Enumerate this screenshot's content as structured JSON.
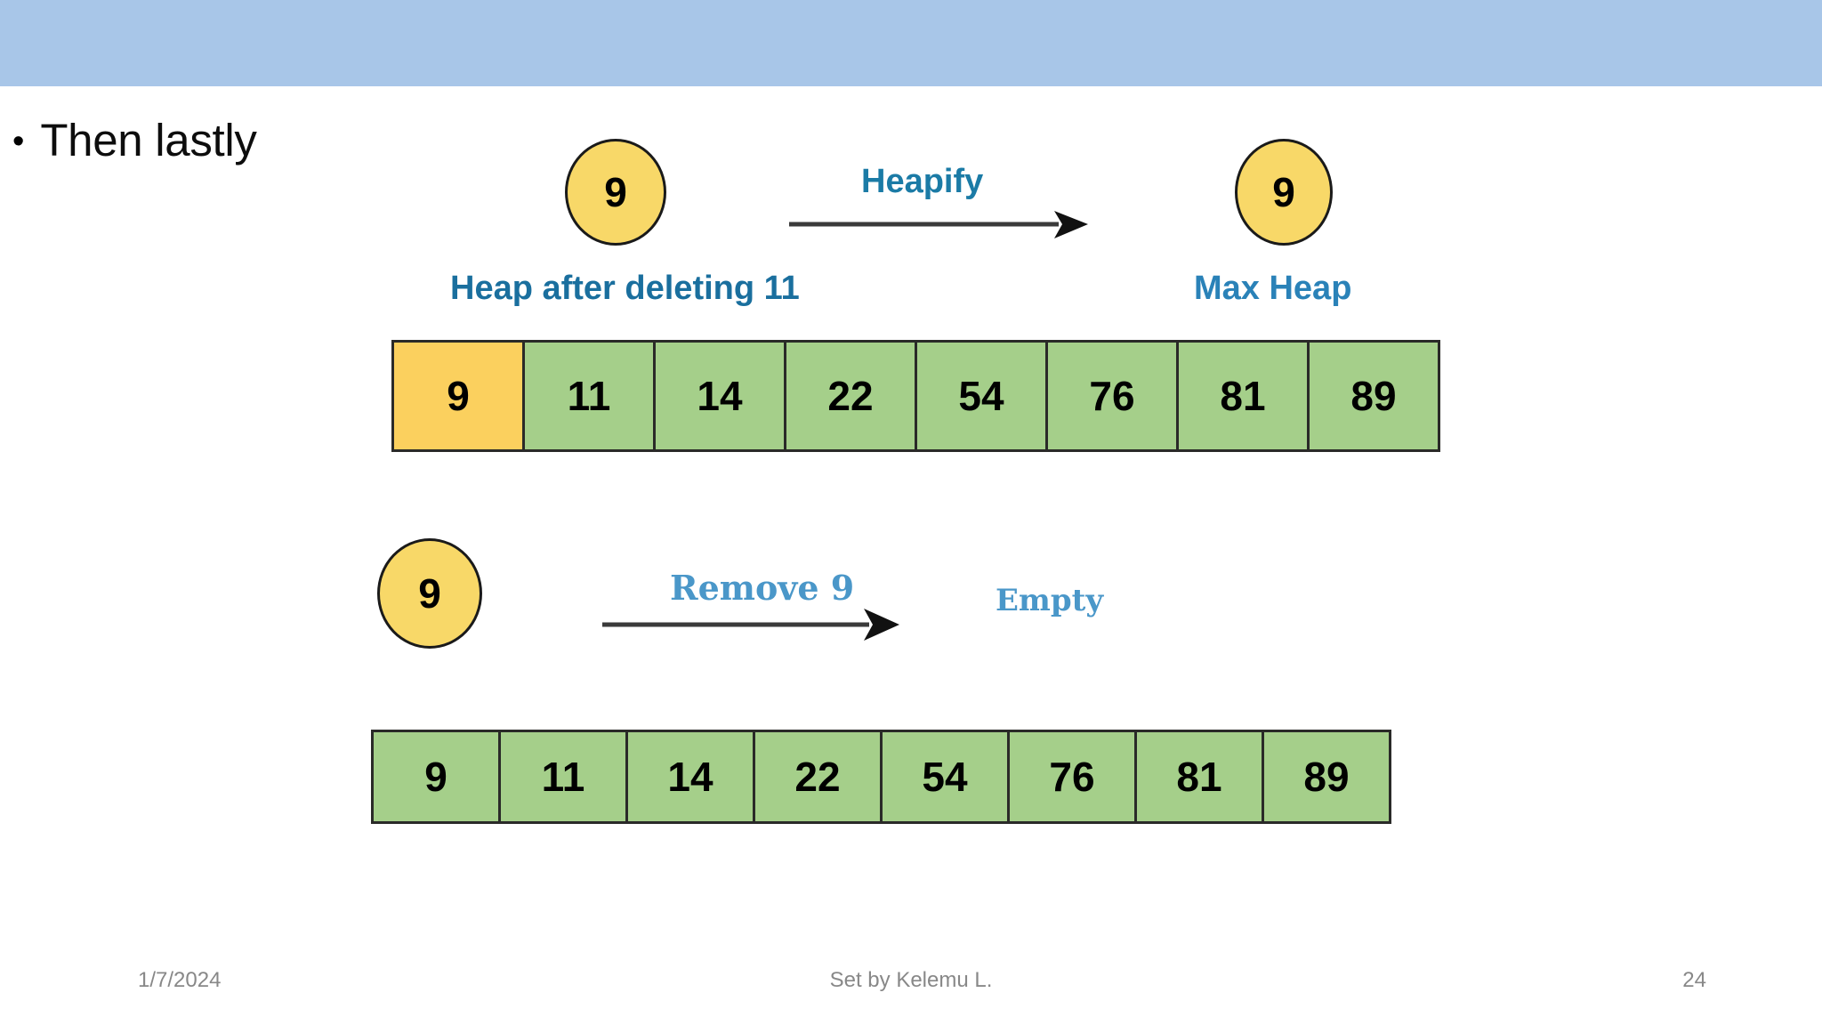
{
  "slide": {
    "band_color": "#a8c6e8",
    "bullet": {
      "marker": "•",
      "text": "Then lastly"
    }
  },
  "diagram_top": {
    "left_node": "9",
    "right_node": "9",
    "arrow_label": "Heapify",
    "left_caption": "Heap after deleting 11",
    "right_caption": "Max Heap"
  },
  "diagram_bottom": {
    "left_node": "9",
    "arrow_label": "Remove 9",
    "result_label": "Empty"
  },
  "array_top": {
    "cells": [
      {
        "value": "9",
        "highlight": true
      },
      {
        "value": "11",
        "highlight": false
      },
      {
        "value": "14",
        "highlight": false
      },
      {
        "value": "22",
        "highlight": false
      },
      {
        "value": "54",
        "highlight": false
      },
      {
        "value": "76",
        "highlight": false
      },
      {
        "value": "81",
        "highlight": false
      },
      {
        "value": "89",
        "highlight": false
      }
    ],
    "fill_color": "#a5cf8a",
    "highlight_color": "#fbd05e"
  },
  "array_bottom": {
    "cells": [
      {
        "value": "9",
        "highlight": false
      },
      {
        "value": "11",
        "highlight": false
      },
      {
        "value": "14",
        "highlight": false
      },
      {
        "value": "22",
        "highlight": false
      },
      {
        "value": "54",
        "highlight": false
      },
      {
        "value": "76",
        "highlight": false
      },
      {
        "value": "81",
        "highlight": false
      },
      {
        "value": "89",
        "highlight": false
      }
    ],
    "fill_color": "#a5cf8a"
  },
  "footer": {
    "date": "1/7/2024",
    "center": "Set by Kelemu L.",
    "page": "24"
  }
}
